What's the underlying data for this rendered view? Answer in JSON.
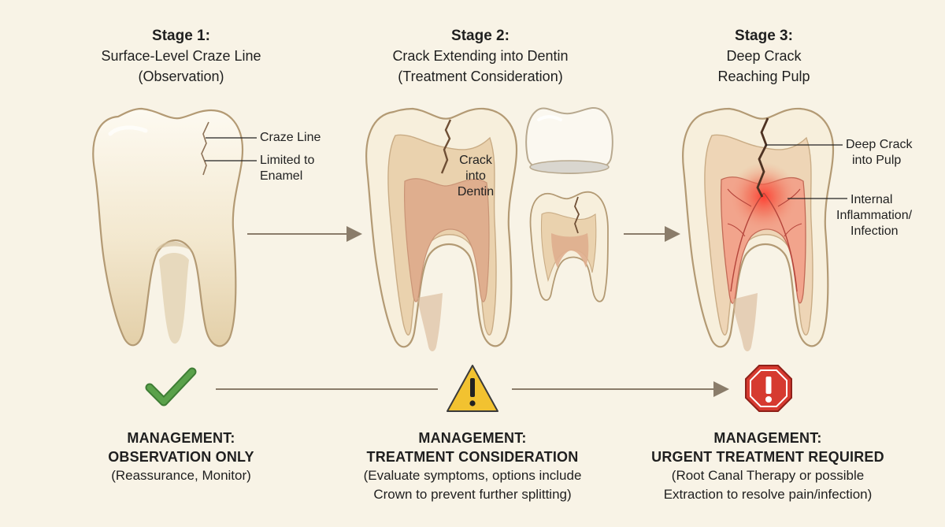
{
  "stages": [
    {
      "title": "Stage 1:",
      "subtitle_lines": [
        "Surface-Level Craze Line",
        "(Observation)"
      ],
      "callouts": [
        "Craze Line",
        "Limited to",
        "Enamel"
      ],
      "management": {
        "label": "MANAGEMENT:",
        "heading": "OBSERVATION ONLY",
        "desc_lines": [
          "(Reassurance, Monitor)"
        ],
        "icon": "check-icon",
        "color": "#5aa14a"
      }
    },
    {
      "title": "Stage 2:",
      "subtitle_lines": [
        "Crack Extending into Dentin",
        "(Treatment Consideration)"
      ],
      "callouts": [
        "Crack",
        "into",
        "Dentin"
      ],
      "management": {
        "label": "MANAGEMENT:",
        "heading": "TREATMENT CONSIDERATION",
        "desc_lines": [
          "(Evaluate symptoms, options include",
          "Crown to prevent further splitting)"
        ],
        "icon": "warning-icon",
        "color": "#f2c230"
      }
    },
    {
      "title": "Stage 3:",
      "subtitle_lines": [
        "Deep Crack",
        "Reaching Pulp"
      ],
      "callouts": [
        "Deep Crack",
        "into Pulp",
        "Internal",
        "Inflammation/",
        "Infection"
      ],
      "management": {
        "label": "MANAGEMENT:",
        "heading": "URGENT TREATMENT REQUIRED",
        "desc_lines": [
          "(Root Canal Therapy or possible",
          "Extraction to resolve pain/infection)"
        ],
        "icon": "stop-alert-icon",
        "color": "#d63a30"
      }
    }
  ]
}
